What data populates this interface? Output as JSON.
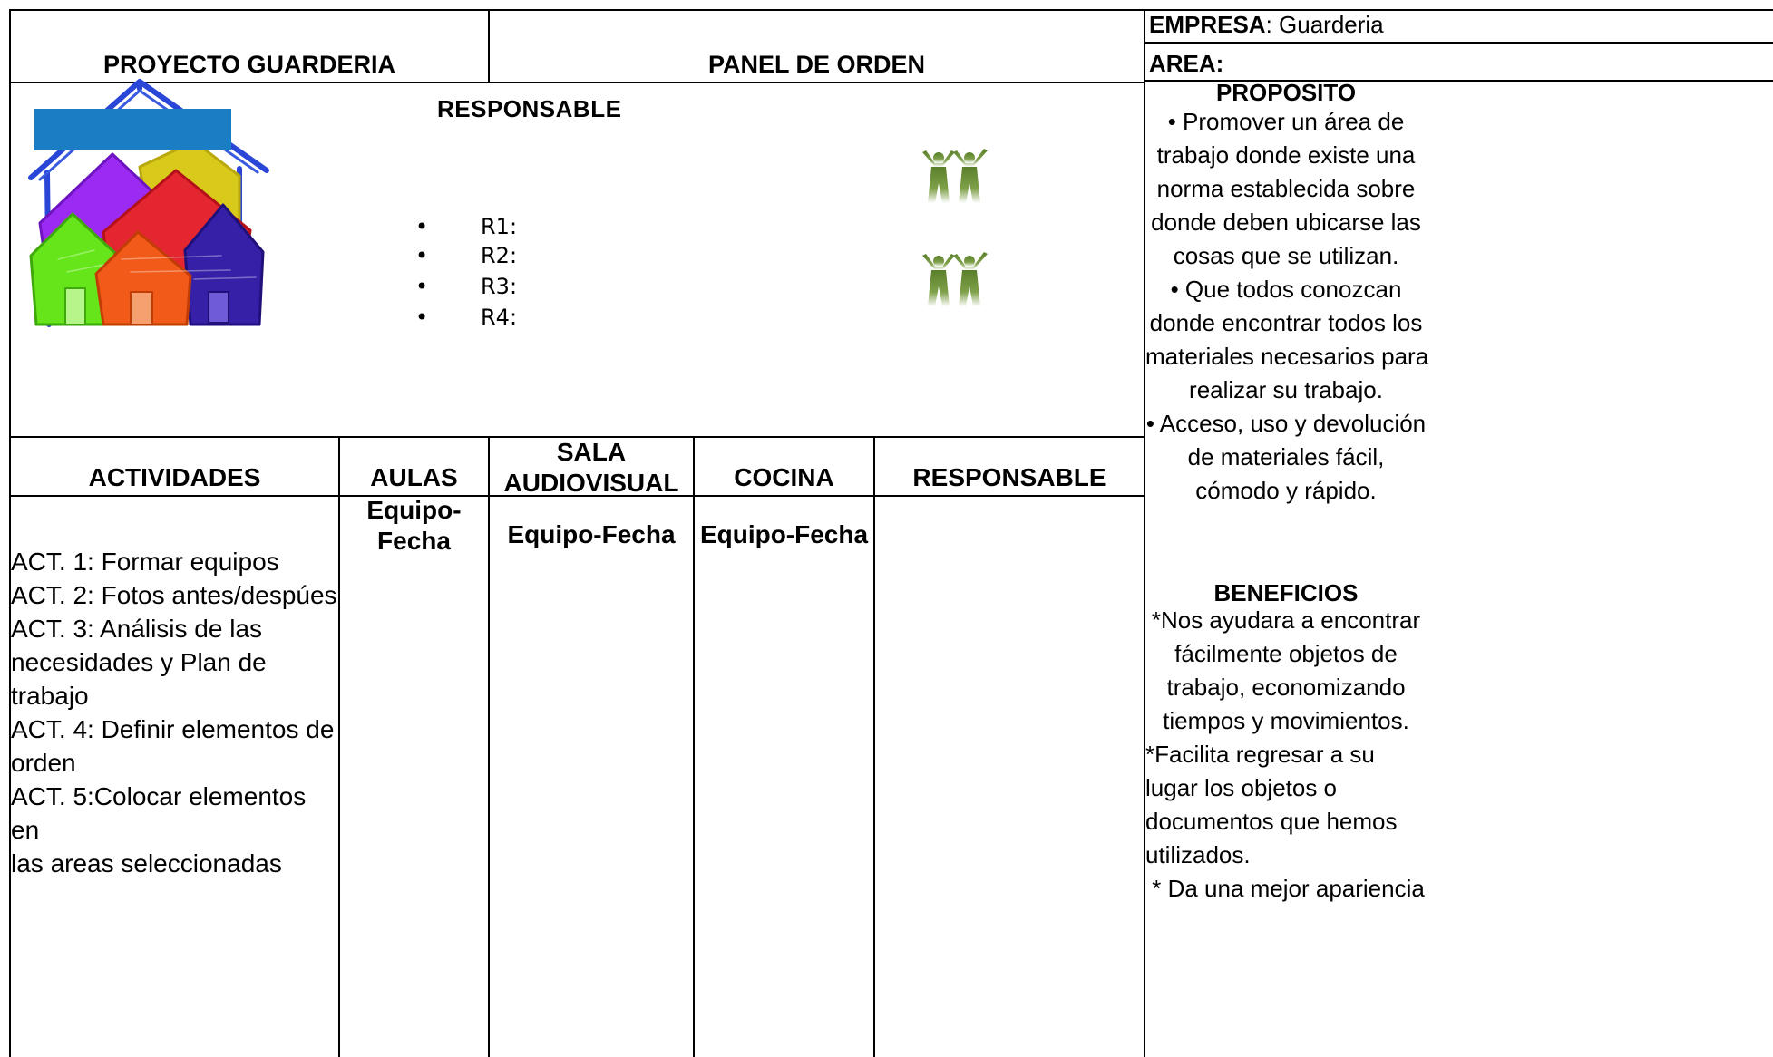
{
  "header": {
    "project_title": "PROYECTO GUARDERIA",
    "panel_title": "PANEL DE ORDEN",
    "empresa_label": "EMPRESA",
    "empresa_value": ": Guarderia",
    "area_label": "AREA:"
  },
  "responsable": {
    "title": "RESPONSABLE",
    "items": [
      "R1:",
      "R2:",
      "R3:",
      "R4:"
    ]
  },
  "table": {
    "columns": [
      "ACTIVIDADES",
      "AULAS",
      "SALA AUDIOVISUAL",
      "COCINA",
      "RESPONSABLE"
    ],
    "sala_line1": "SALA",
    "sala_line2": "AUDIOVISUAL",
    "aulas_sub_line1": "Equipo-",
    "aulas_sub_line2": "Fecha",
    "sala_sub": "Equipo-Fecha",
    "cocina_sub": "Equipo-Fecha",
    "activities": [
      [
        "ACT. 1: Formar equipos"
      ],
      [
        "ACT. 2: Fotos antes/despúes"
      ],
      [
        "ACT. 3: Análisis de las",
        "necesidades y Plan de trabajo"
      ],
      [
        "ACT. 4: Definir elementos de",
        "orden"
      ],
      [
        "ACT. 5:Colocar elementos en",
        "las areas seleccionadas"
      ]
    ]
  },
  "proposito": {
    "title": "PROPOSITO",
    "lines": [
      "• Promover un área de",
      "trabajo donde existe una",
      "norma establecida sobre",
      "donde deben ubicarse las",
      "cosas que se utilizan.",
      "• Que todos conozcan",
      "donde encontrar todos los",
      "materiales necesarios para",
      "realizar su trabajo.",
      "• Acceso, uso y devolución",
      "de  materiales fácil,",
      "cómodo y rápido."
    ]
  },
  "beneficios": {
    "title": "BENEFICIOS",
    "centered_lines": [
      "*Nos ayudara a encontrar",
      "fácilmente  objetos de",
      "trabajo, economizando",
      "tiempos y movimientos."
    ],
    "left_lines": [
      "*Facilita regresar a su",
      "lugar  los objetos o",
      "documentos que hemos",
      "utilizados.",
      " * Da una mejor apariencia"
    ]
  },
  "colors": {
    "banner_blue": "#1b7ec4",
    "people_green": "#5a7f2a"
  },
  "icons": [
    "houses-drawing-icon",
    "people-icon"
  ]
}
